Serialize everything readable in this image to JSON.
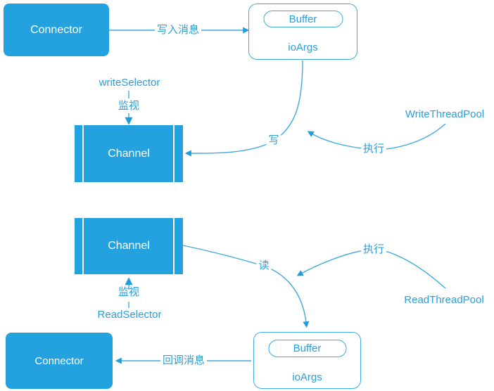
{
  "colors": {
    "shape_fill": "#23a2df",
    "line": "#3faadf",
    "arrow": "#1e9cdb",
    "label_text": "#2c9ed8",
    "shape_text": "#ffffff"
  },
  "shapes": {
    "connector_top": {
      "label": "Connector"
    },
    "io_top": {
      "buffer": "Buffer",
      "ioargs": "ioArgs"
    },
    "channel_write": {
      "label": "Channel"
    },
    "channel_read": {
      "label": "Channel"
    },
    "io_bottom": {
      "buffer": "Buffer",
      "ioargs": "ioArgs"
    },
    "connector_bottom": {
      "label": "Connector"
    }
  },
  "edge_labels": {
    "write_message": "写入消息",
    "write_selector": "writeSelector",
    "monitor_write": "监视",
    "write": "写",
    "execute_write": "执行",
    "write_thread_pool": "WriteThreadPool",
    "read": "读",
    "execute_read": "执行",
    "read_thread_pool": "ReadThreadPool",
    "monitor_read": "监视",
    "read_selector": "ReadSelector",
    "callback_message": "回调消息"
  }
}
